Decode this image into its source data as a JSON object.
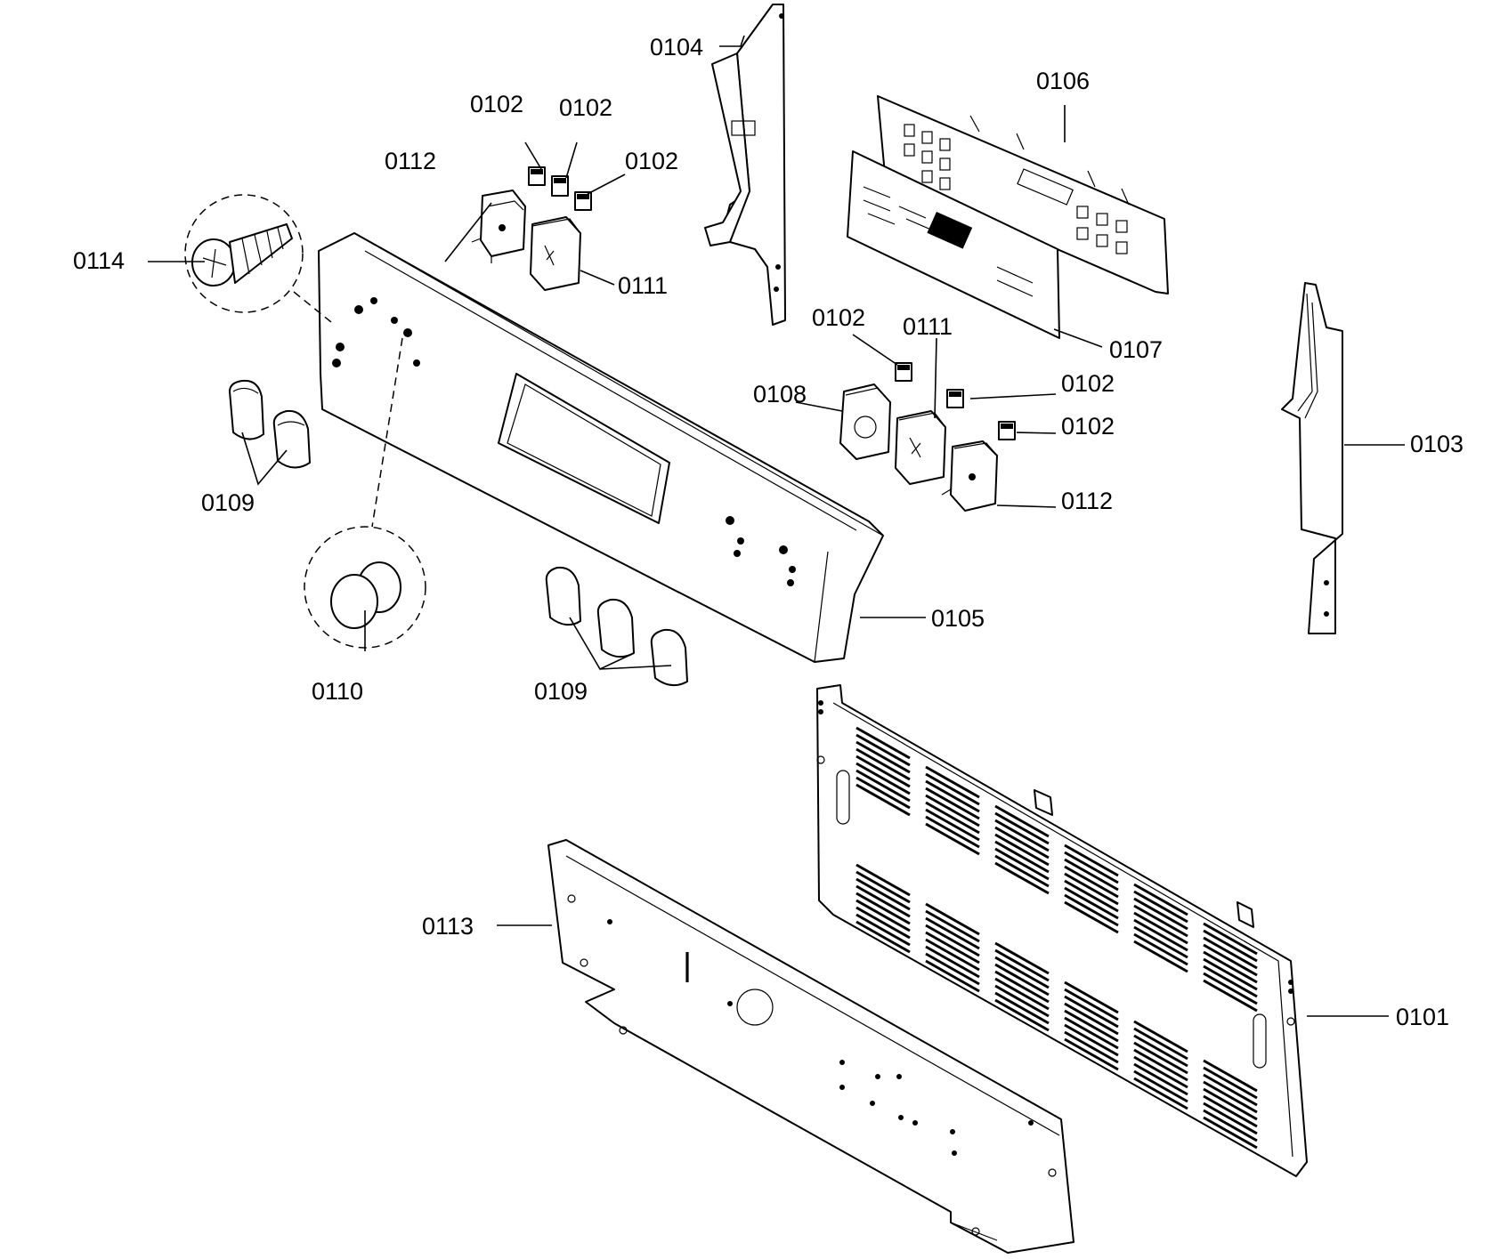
{
  "callouts": {
    "c0101": "0101",
    "c0102a": "0102",
    "c0102b": "0102",
    "c0102c": "0102",
    "c0102d": "0102",
    "c0102e": "0102",
    "c0102f": "0102",
    "c0103": "0103",
    "c0104": "0104",
    "c0105": "0105",
    "c0106": "0106",
    "c0107": "0107",
    "c0108": "0108",
    "c0109a": "0109",
    "c0109b": "0109",
    "c0110": "0110",
    "c0111a": "0111",
    "c0111b": "0111",
    "c0112a": "0112",
    "c0112b": "0112",
    "c0113": "0113",
    "c0114": "0114"
  }
}
